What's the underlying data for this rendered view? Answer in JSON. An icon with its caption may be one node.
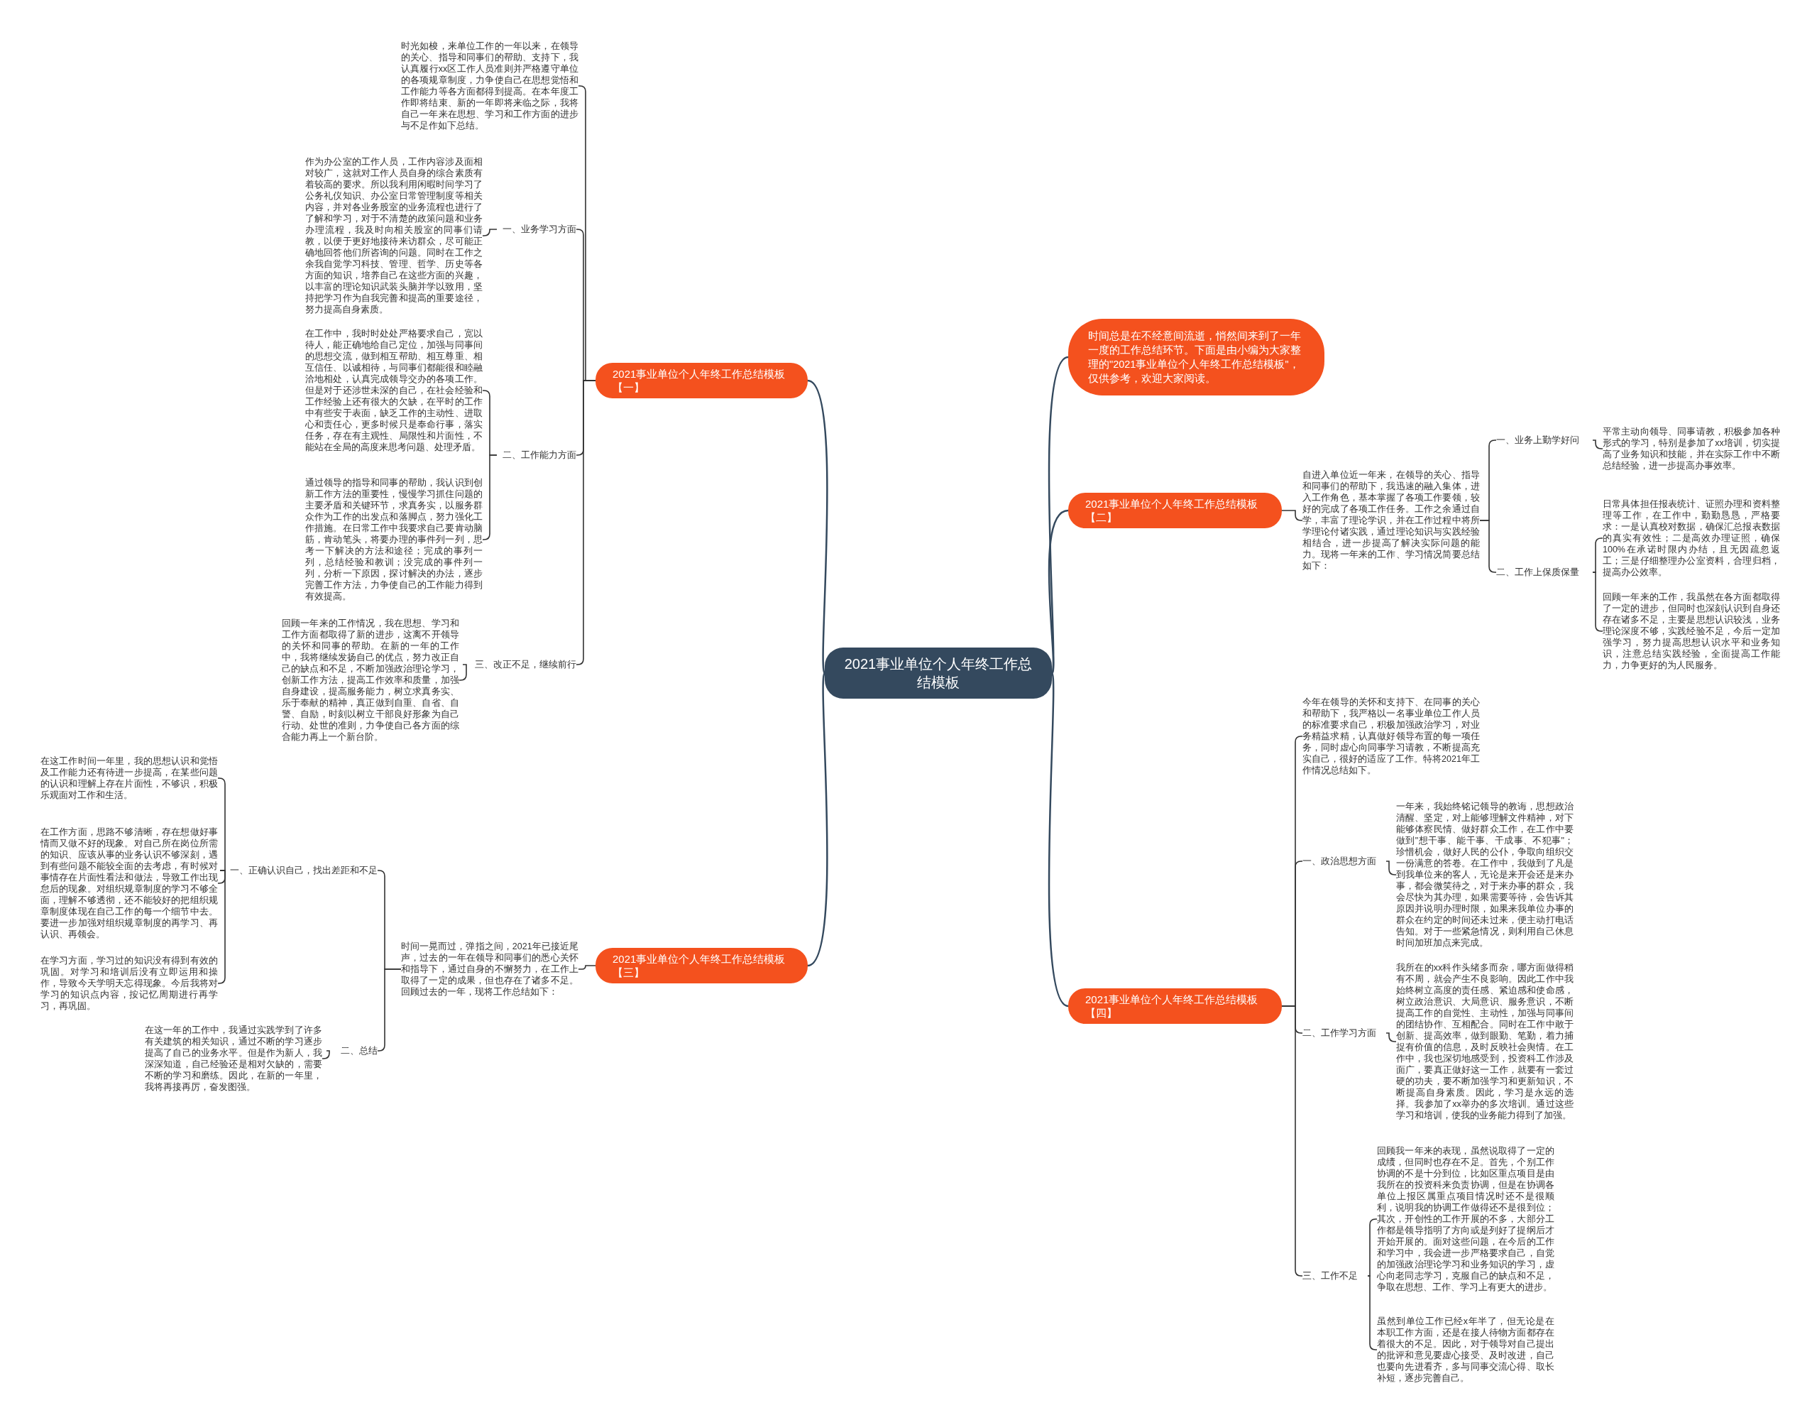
{
  "diagram": {
    "nodes": [
      {
        "text": [
          "2021事业单位个人年终工作总结模板"
        ]
      },
      {
        "text": [
          "时间总是在不经意间流逝，悄然间来到了一年一度的工作总结环节。下面是由小编为大家整理的\"2021事业单位个人年终工作总结模板\"，仅供参考，欢迎大家阅读。"
        ]
      },
      {
        "text": [
          "2021事业单位个人年终工作总结模板【一】"
        ]
      },
      {
        "text": [
          "时光如梭，来单位工作的一年以来，在领导的关心、指导和同事们的帮助、支持下，我认真履行xx区工作人员准则并严格遵守单位的各项规章制度，力争使自己在思想觉悟和工作能力等各方面都得到提高。在本年度工作即将结束、新的一年即将来临之际，我将自己一年来在思想、学习和工作方面的进步与不足作如下总结。"
        ]
      },
      {
        "text": [
          "一、业务学习方面"
        ]
      },
      {
        "text": [
          "作为办公室的工作人员，工作内容涉及面相对较广，这就对工作人员自身的综合素质有着较高的要求。所以我利用闲暇时间学习了公务礼仪知识、办公室日常管理制度等相关内容，并对各业务股室的业务流程也进行了了解和学习，对于不清楚的政策问题和业务办理流程，我及时向相关股室的同事们请教，以便于更好地接待来访群众，尽可能正确地回答他们所咨询的问题。同时在工作之余我自觉学习科技、管理、哲学、历史等各方面的知识，培养自己在这些方面的兴趣，以丰富的理论知识武装头脑并学以致用，坚持把学习作为自我完善和提高的重要途径，努力提高自身素质。"
        ]
      },
      {
        "text": [
          "二、工作能力方面"
        ]
      },
      {
        "text": [
          "在工作中，我时时处处严格要求自己，宽以待人，能正确地给自己定位，加强与同事间的思想交流，做到相互帮助、相互尊重、相互信任、以诚相待，与同事们都能很和睦融洽地相处，认真完成领导交办的各项工作。但是对于还涉世未深的自己，在社会经验和工作经验上还有很大的欠缺，在平时的工作中有些安于表面，缺乏工作的主动性、进取心和责任心，更多时候只是奉命行事，落实任务，存在有主观性、局限性和片面性，不能站在全局的高度来思考问题、处理矛盾。"
        ]
      },
      {
        "text": [
          "通过领导的指导和同事的帮助，我认识到创新工作方法的重要性，慢慢学习抓住问题的主要矛盾和关键环节，求真务实，以服务群众作为工作的出发点和落脚点，努力强化工作措施。在日常工作中我要求自己要肯动脑筋，肯动笔头，将要办理的事件列一列，思考一下解决的方法和途径；完成的事列一列，总结经验和教训；没完成的事件列一列，分析一下原因，探讨解决的办法，逐步完善工作方法，力争使自己的工作能力得到有效提高。"
        ]
      },
      {
        "text": [
          "三、改正不足，继续前行"
        ]
      },
      {
        "text": [
          "回顾一年来的工作情况，我在思想、学习和工作方面都取得了新的进步，这离不开领导的关怀和同事的帮助。在新的一年的工作中，我将继续发扬自己的优点，努力改正自己的缺点和不足，不断加强政治理论学习，创新工作方法，提高工作效率和质量，加强自身建设，提高服务能力，树立求真务实、乐于奉献的精神，真正做到自重、自省、自警、自励，时刻以树立干部良好形象为自己行动、处世的准则，力争使自己各方面的综合能力再上一个新台阶。"
        ]
      },
      {
        "text": [
          "2021事业单位个人年终工作总结模板【二】"
        ]
      },
      {
        "text": [
          "自进入单位近一年来，在领导的关心、指导和同事们的帮助下，我迅速的融入集体，进入工作角色，基本掌握了各项工作要领，较好的完成了各项工作任务。工作之余通过自学，丰富了理论学识，并在工作过程中将所学理论付诸实践，通过理论知识与实践经验相结合，进一步提高了解决实际问题的能力。现将一年来的工作、学习情况简要总结如下："
        ]
      },
      {
        "text": [
          "一、业务上勤学好问"
        ]
      },
      {
        "text": [
          "平常主动向领导、同事请教，积极参加各种形式的学习，特别是参加了xx培训，切实提高了业务知识和技能，并在实际工作中不断总结经验，进一步提高办事效率。"
        ]
      },
      {
        "text": [
          "二、工作上保质保量"
        ]
      },
      {
        "text": [
          "日常具体担任报表统计、证照办理和资料整理等工作，在工作中，勤勤恳恳，严格要求：一是认真校对数据，确保汇总报表数据的真实有效性；二是高效办理证照，确保100%在承诺时限内办结，且无因疏忽返工；三是仔细整理办公室资料，合理归档，提高办公效率。"
        ]
      },
      {
        "text": [
          "回顾一年来的工作，我虽然在各方面都取得了一定的进步，但同时也深刻认识到自身还存在诸多不足，主要是思想认识较浅，业务理论深度不够，实践经验不足，今后一定加强学习，努力提高思想认识水平和业务知识，注意总结实践经验，全面提高工作能力，力争更好的为人民服务。"
        ]
      },
      {
        "text": [
          "2021事业单位个人年终工作总结模板【三】"
        ]
      },
      {
        "text": [
          "时间一晃而过，弹指之间，2021年已接近尾声，过去的一年在领导和同事们的悉心关怀和指导下，通过自身的不懈努力，在工作上取得了一定的成果，但也存在了诸多不足。回顾过去的一年，现将工作总结如下："
        ]
      },
      {
        "text": [
          "一、正确认识自己，找出差距和不足"
        ]
      },
      {
        "text": [
          "在这工作时间一年里，我的思想认识和觉悟及工作能力还有待进一步提高，在某些问题的认识和理解上存在片面性，不够识，积极乐观面对工作和生活。"
        ]
      },
      {
        "text": [
          "在工作方面，思路不够清晰，存在想做好事情而又做不好的现象。对自己所在岗位所需的知识、应该从事的业务认识不够深刻，遇到有些问题不能较全面的去考虑，有时候对事情存在片面性看法和做法，导致工作出现怠后的现象。对组织规章制度的学习不够全面，理解不够透彻，还不能较好的把组织规章制度体现在自己工作的每一个细节中去。要进一步加强对组织规章制度的再学习、再认识、再领会。"
        ]
      },
      {
        "text": [
          "在学习方面，学习过的知识没有得到有效的巩固。对学习和培训后没有立即运用和操作，导致今天学明天忘得现象。今后我将对学习的知识点内容，按记忆周期进行再学习，再巩固。"
        ]
      },
      {
        "text": [
          "二、总结"
        ]
      },
      {
        "text": [
          "在这一年的工作中，我通过实践学到了许多有关建筑的相关知识，通过不断的学习逐步提高了自己的业务水平。但是作为新人，我深深知道，自己经验还是相对欠缺的，需要不断的学习和磨练。因此，在新的一年里，我将再接再厉，奋发图强。"
        ]
      },
      {
        "text": [
          "2021事业单位个人年终工作总结模板【四】"
        ]
      },
      {
        "text": [
          "今年在领导的关怀和支持下、在同事的关心和帮助下，我严格以一名事业单位工作人员的标准要求自己，积极加强政治学习，对业务精益求精，认真做好领导布置的每一项任务，同时虚心向同事学习请教，不断提高充实自己，很好的适应了工作。特将2021年工作情况总结如下。"
        ]
      },
      {
        "text": [
          "一、政治思想方面"
        ]
      },
      {
        "text": [
          "一年来，我始终铭记领导的教诲，思想政治清醒、坚定，对上能够理解文件精神，对下能够体察民情、做好群众工作，在工作中要做到\"想干事、能干事、干成事、不犯事\"；珍惜机会，做好人民的公仆，争取向组织交一份满意的答卷。在工作中，我做到了凡是到我单位来的客人，无论是来开会还是来办事，都会微笑待之，对于来办事的群众，我会尽快为其办理，如果需要等待，会告诉其原因并说明办理时限，如果来我单位办事的群众在约定的时间还未过来，便主动打电话告知。对于一些紧急情况，则利用自己休息时间加班加点来完成。"
        ]
      },
      {
        "text": [
          "二、工作学习方面"
        ]
      },
      {
        "text": [
          "我所在的xx科作头绪多而杂，哪方面做得稍有不周，就会产生不良影响。因此工作中我始终树立高度的责任感、紧迫感和使命感，树立政治意识、大局意识、服务意识，不断提高工作的自觉性、主动性，加强与同事间的团结协作、互相配合。同时在工作中敢于创新、提高效率，做到眼勤、笔勤，着力捕捉有价值的信息，及时反映社会舆情。在工作中，我也深切地感受到，投资科工作涉及面广，要真正做好这一工作，就要有一套过硬的功夫，要不断加强学习和更新知识，不断提高自身素质。因此，学习是永远的选择。我参加了xx举办的多次培训。通过这些学习和培训，使我的业务能力得到了加强。"
        ]
      },
      {
        "text": [
          "三、工作不足"
        ]
      },
      {
        "text": [
          "回顾我一年来的表现，虽然说取得了一定的成绩，但同时也存在不足。首先，个别工作协调的不是十分到位，比如区重点项目是由我所在的投资科来负责协调，但是在协调各单位上报区属重点项目情况时还不是很顺利，说明我的协调工作做得还不是很到位；其次，开创性的工作开展的不多，大部分工作都是领导指明了方向或是列好了提纲后才开始开展的。面对这些问题，在今后的工作和学习中，我会进一步严格要求自己，自觉的加强政治理论学习和业务知识的学习，虚心向老同志学习，克服自己的缺点和不足，争取在思想、工作、学习上有更大的进步。"
        ]
      },
      {
        "text": [
          "虽然到单位工作已经x年半了，但无论是在本职工作方面，还是在接人待物方面都存在着很大的不足。因此，对于领导对自己提出的批评和意见要虚心接受、及时改进，自己也要向先进看齐，多与同事交流心得、取长补短，逐步完善自己。"
        ]
      }
    ],
    "edges": [
      {
        "from": 0,
        "to": 1,
        "arrow": "none"
      },
      {
        "from": 0,
        "to": 2,
        "arrow": "none"
      },
      {
        "from": 0,
        "to": 11,
        "arrow": "none"
      },
      {
        "from": 0,
        "to": 18,
        "arrow": "none"
      },
      {
        "from": 0,
        "to": 26,
        "arrow": "none"
      },
      {
        "from": 2,
        "to": 3,
        "arrow": "none"
      },
      {
        "from": 2,
        "to": 4,
        "arrow": "none"
      },
      {
        "from": 2,
        "to": 6,
        "arrow": "none"
      },
      {
        "from": 2,
        "to": 9,
        "arrow": "none"
      },
      {
        "from": 4,
        "to": 5,
        "arrow": "none"
      },
      {
        "from": 6,
        "to": 7,
        "arrow": "none"
      },
      {
        "from": 6,
        "to": 8,
        "arrow": "none"
      },
      {
        "from": 9,
        "to": 10,
        "arrow": "none"
      },
      {
        "from": 11,
        "to": 12,
        "arrow": "none"
      },
      {
        "from": 12,
        "to": 13,
        "arrow": "none"
      },
      {
        "from": 12,
        "to": 15,
        "arrow": "none"
      },
      {
        "from": 13,
        "to": 14,
        "arrow": "none"
      },
      {
        "from": 15,
        "to": 16,
        "arrow": "none"
      },
      {
        "from": 15,
        "to": 17,
        "arrow": "none"
      },
      {
        "from": 18,
        "to": 19,
        "arrow": "none"
      },
      {
        "from": 19,
        "to": 20,
        "arrow": "none"
      },
      {
        "from": 19,
        "to": 24,
        "arrow": "none"
      },
      {
        "from": 20,
        "to": 21,
        "arrow": "none"
      },
      {
        "from": 20,
        "to": 22,
        "arrow": "none"
      },
      {
        "from": 20,
        "to": 23,
        "arrow": "none"
      },
      {
        "from": 24,
        "to": 25,
        "arrow": "none"
      },
      {
        "from": 26,
        "to": 27,
        "arrow": "none"
      },
      {
        "from": 26,
        "to": 28,
        "arrow": "none"
      },
      {
        "from": 26,
        "to": 30,
        "arrow": "none"
      },
      {
        "from": 26,
        "to": 32,
        "arrow": "none"
      },
      {
        "from": 28,
        "to": 29,
        "arrow": "none"
      },
      {
        "from": 30,
        "to": 31,
        "arrow": "none"
      },
      {
        "from": 32,
        "to": 33,
        "arrow": "none"
      },
      {
        "from": 32,
        "to": 34,
        "arrow": "none"
      }
    ]
  }
}
